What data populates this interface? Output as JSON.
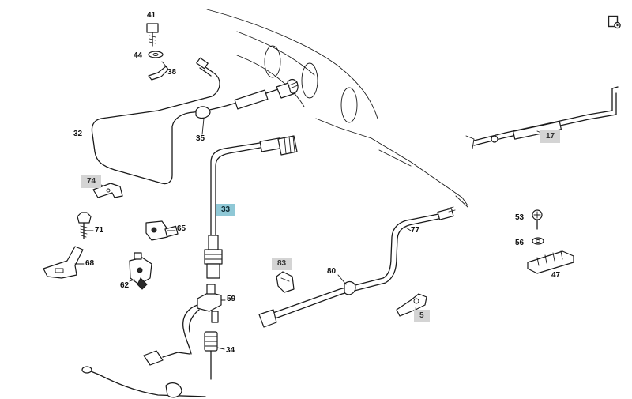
{
  "callouts": {
    "p41": "41",
    "p44": "44",
    "p38": "38",
    "p32": "32",
    "p35": "35",
    "p33": "33",
    "p74": "74",
    "p71": "71",
    "p65": "65",
    "p68": "68",
    "p62": "62",
    "p59": "59",
    "p34": "34",
    "p83": "83",
    "p80": "80",
    "p77": "77",
    "p5": "5",
    "p17": "17",
    "p53": "53",
    "p56": "56",
    "p47": "47"
  },
  "selected_part": "33",
  "colors": {
    "highlight": "#8fc8d6",
    "label_box": "#d4d4d4",
    "line": "#1a1a1a"
  },
  "icons": {
    "corner": "copy-document-icon"
  }
}
